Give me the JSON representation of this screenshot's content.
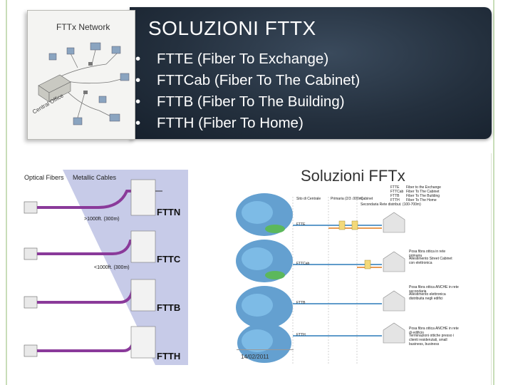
{
  "header": {
    "title": "SOLUZIONI FTTX",
    "bullets": [
      "FTTE (Fiber To Exchange)",
      "FTTCab (Fiber To The Cabinet)",
      "FTTB (Fiber To The Building)",
      "FTTH (Fiber To Home)"
    ]
  },
  "network_thumbnail": {
    "title": "FTTx Network",
    "central_office": "Central Office"
  },
  "fiber_diagram": {
    "optical_label": "Optical Fibers",
    "metallic_label": "Metallic Cables",
    "rows": [
      {
        "tech": "FTTN",
        "distance": ">1000ft. (300m)"
      },
      {
        "tech": "FTTC",
        "distance": "<1000ft. (300m)"
      },
      {
        "tech": "FTTB",
        "distance": ""
      },
      {
        "tech": "FTTH",
        "distance": ""
      }
    ],
    "colors": {
      "fiber": "#8a3a9a",
      "copper": "#e07a1a",
      "shade": "#c7cbe8"
    }
  },
  "solutions_diagram": {
    "title": "Soluzioni FFTx",
    "legend": [
      {
        "key": "FTTE",
        "text": "Fiber to the Exchange"
      },
      {
        "key": "FTTCab",
        "text": "Fiber To The Cabinet"
      },
      {
        "key": "FTTB",
        "text": "Fiber To The Building"
      },
      {
        "key": "FTTH",
        "text": "Fiber To The Home"
      }
    ],
    "columns": {
      "site": "Sito di Centrale",
      "primary": "Primaria (2/3 .000m)",
      "cabinet": "Cabinet",
      "secondary": "Secondaria Rete distribut. (100-700m)"
    },
    "row_labels": [
      "FTTE",
      "FTTCab",
      "FTTB",
      "FTTH"
    ],
    "notes": [
      "Posa fibra ottica in rete primaria",
      "Allestimento Street Cabinet con elettronica",
      "Posa fibra ottica ANCHE in rete secondaria",
      "Allestimento elettronica distribuita negli edifici",
      "Posa fibra ottica ANCHE in rete di edificio",
      "Terminazioni ottiche presso i clienti residenziali, small business, business"
    ],
    "date": "14/02/2011"
  }
}
